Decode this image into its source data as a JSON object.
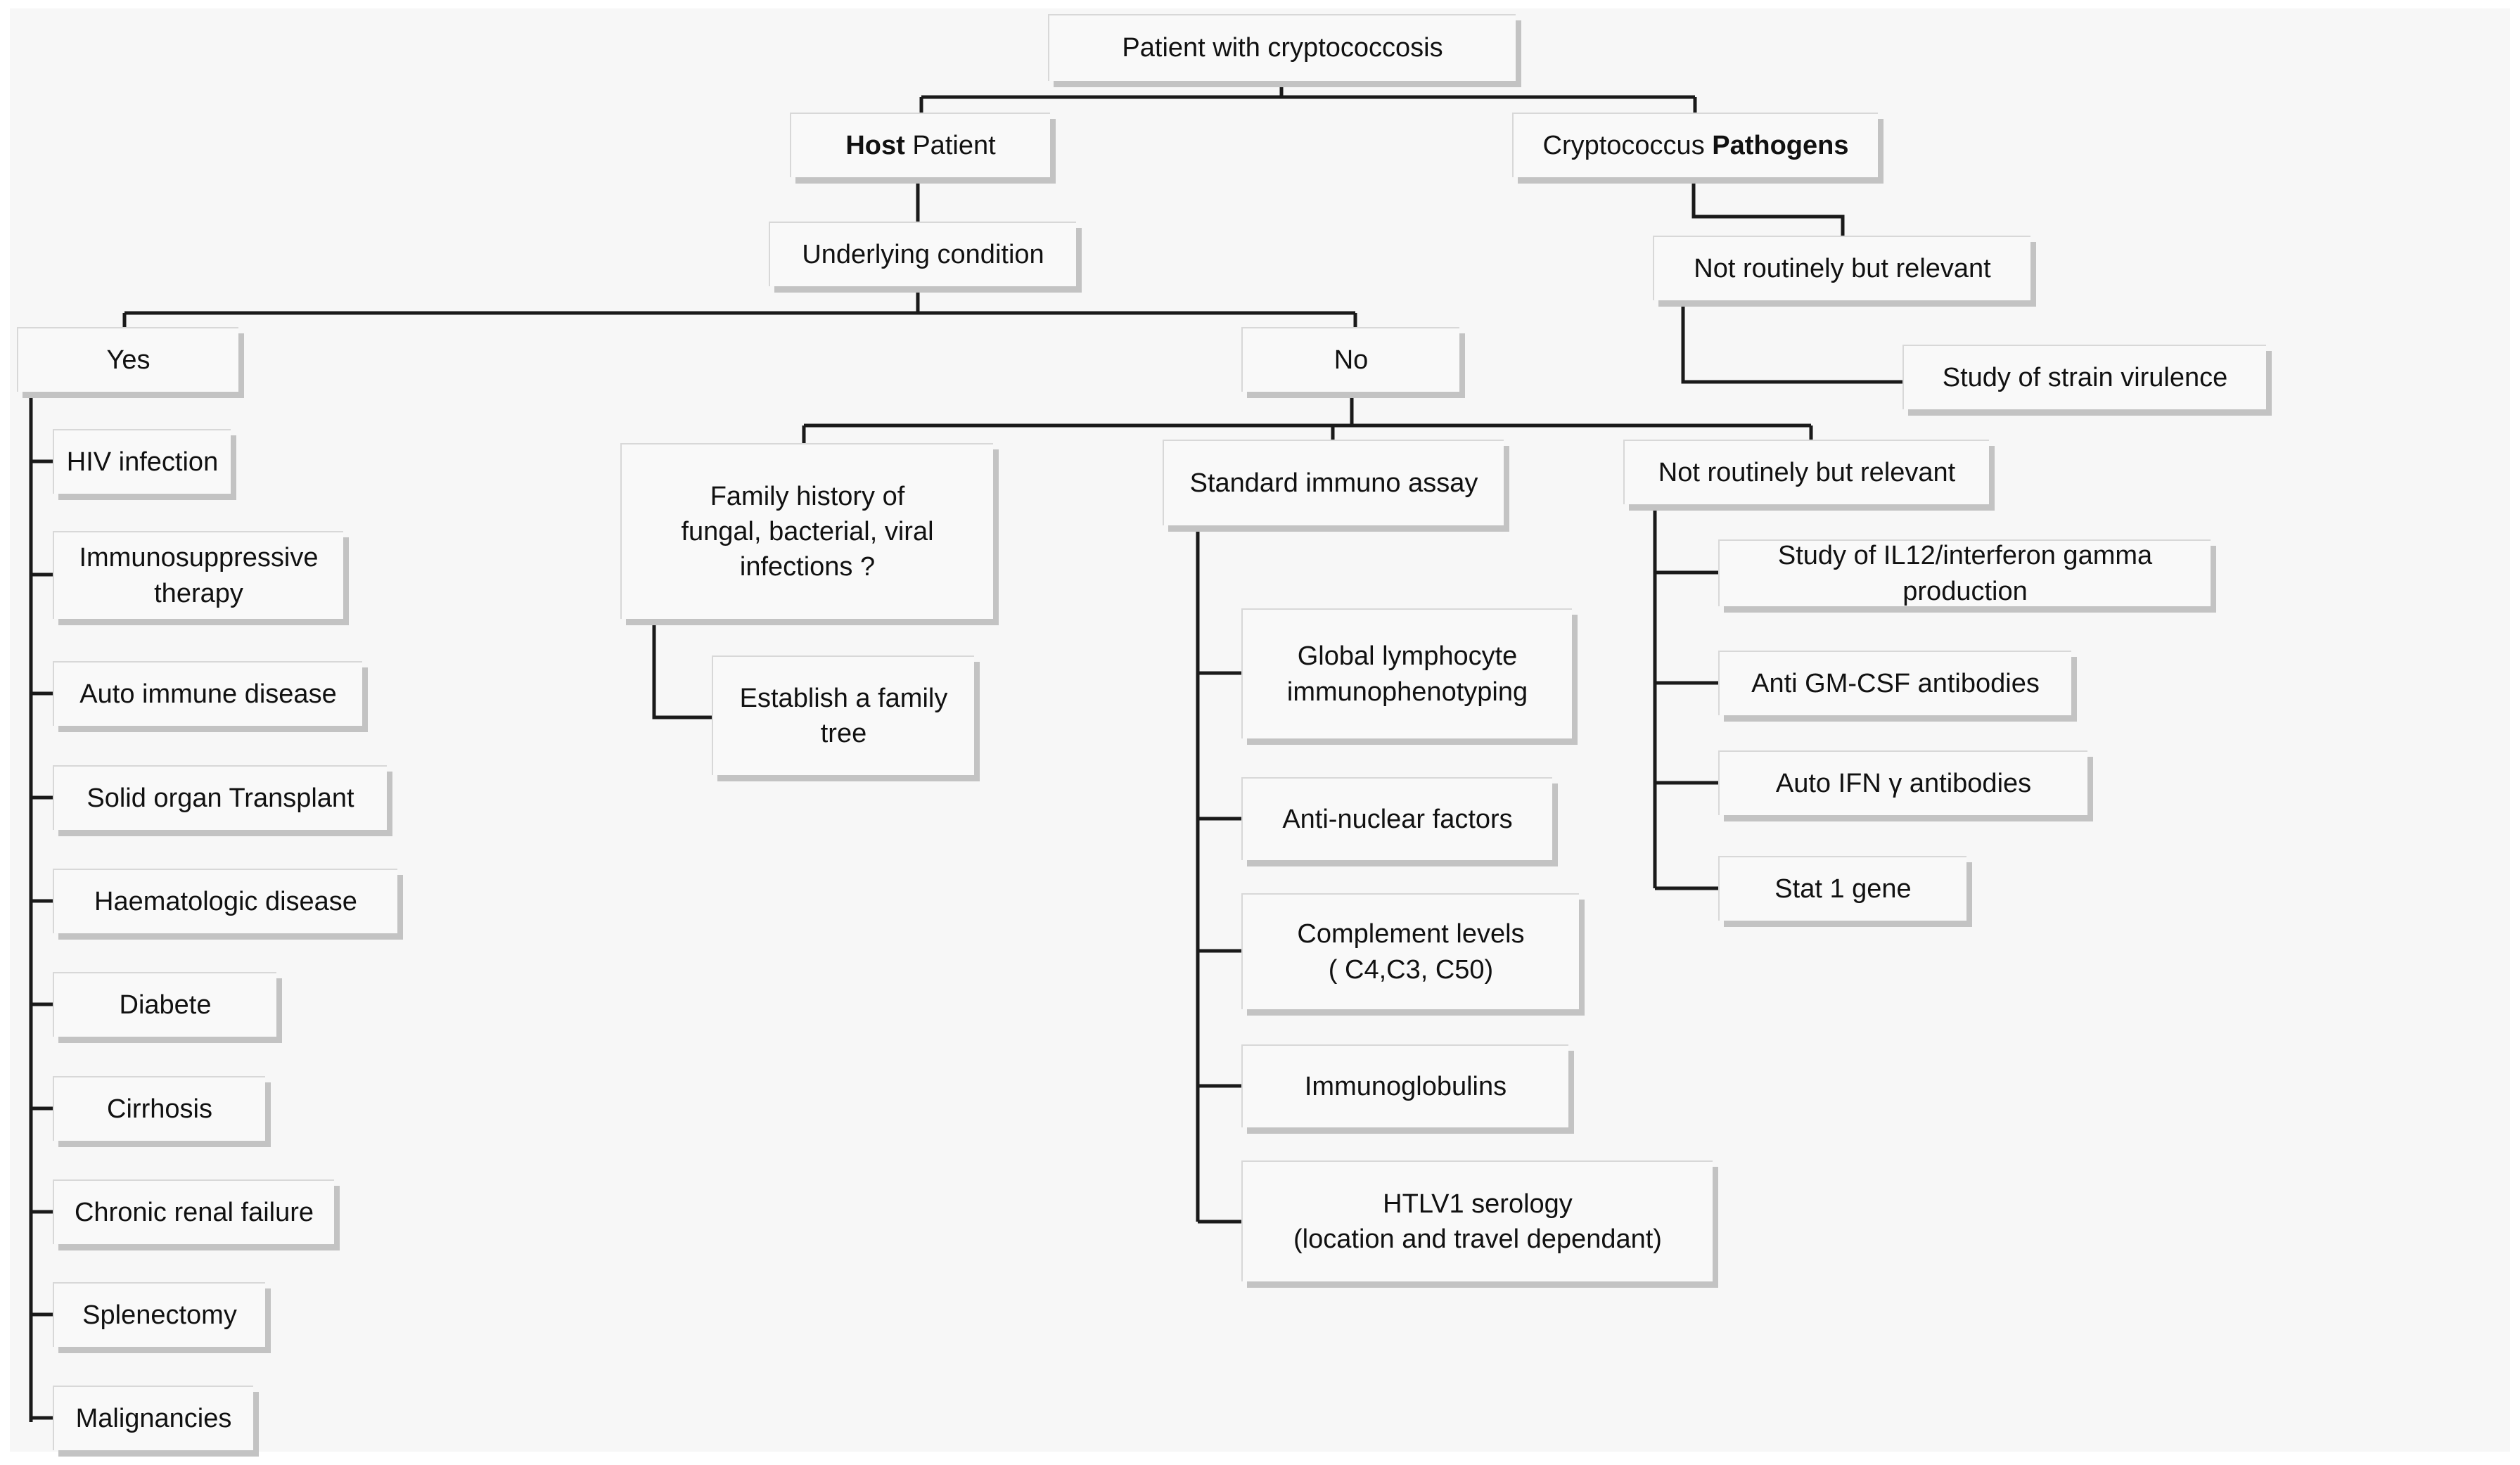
{
  "diagram": {
    "root": "Patient with cryptococcosis",
    "host": {
      "bold": "Host",
      "rest": " Patient"
    },
    "pathogens": {
      "rest": "Cryptococcus ",
      "bold": "Pathogens"
    },
    "underlying": "Underlying condition",
    "pathogen_relevant": "Not routinely  but relevant",
    "strain": "Study of strain virulence",
    "yes": "Yes",
    "no": "No",
    "yes_items": [
      [
        "HIV infection"
      ],
      [
        "Immunosuppressive",
        "therapy"
      ],
      [
        "Auto immune disease"
      ],
      [
        "Solid organ Transplant"
      ],
      [
        "Haematologic disease"
      ],
      [
        "Diabete"
      ],
      [
        "Cirrhosis"
      ],
      [
        "Chronic  renal failure"
      ],
      [
        "Splenectomy"
      ],
      [
        "Malignancies"
      ]
    ],
    "family_history": [
      "Family history of",
      "fungal, bacterial, viral",
      "infections ?"
    ],
    "family_tree": [
      "Establish a family",
      "tree"
    ],
    "standard_assay": "Standard immuno assay",
    "standard_items": [
      [
        "Global lymphocyte",
        "immunophenotyping"
      ],
      [
        "Anti-nuclear  factors"
      ],
      [
        "Complement  levels",
        "( C4,C3,  C50)"
      ],
      [
        "Immunoglobulins"
      ],
      [
        "HTLV1 serology",
        "(location and travel dependant)"
      ]
    ],
    "no_relevant": "Not routinely  but relevant",
    "relevant_items": [
      [
        "Study  of IL12/interferon  gamma",
        "production"
      ],
      [
        "Anti GM-CSF antibodies"
      ],
      [
        "Auto IFN γ antibodies"
      ],
      [
        "Stat 1 gene"
      ]
    ]
  }
}
